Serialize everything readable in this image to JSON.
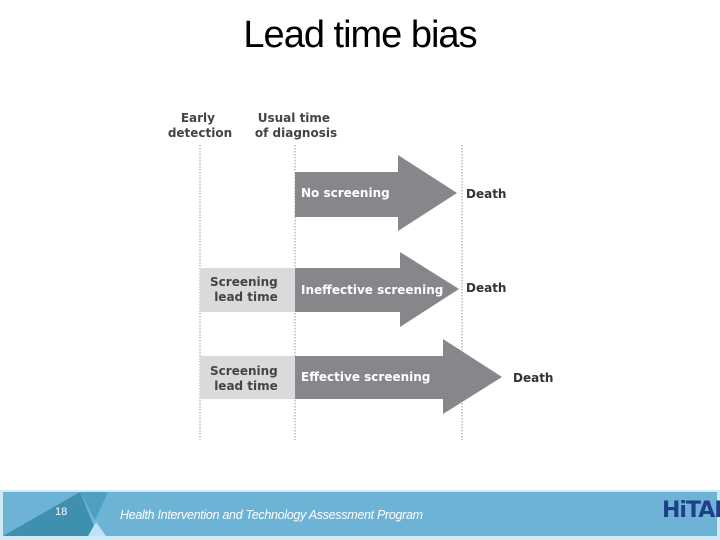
{
  "title": "Lead time bias",
  "diagram": {
    "column_labels": {
      "early_detection": [
        "Early",
        "detection"
      ],
      "usual_time": [
        "Usual time",
        "of diagnosis"
      ]
    },
    "rows": [
      {
        "label": "No screening",
        "end": "Death"
      },
      {
        "label": "Ineffective screening",
        "end": "Death",
        "lead_time": [
          "Screening",
          "lead time"
        ]
      },
      {
        "label": "Effective screening",
        "end": "Death",
        "lead_time": [
          "Screening",
          "lead time"
        ]
      }
    ],
    "colors": {
      "arrow": "#86878b",
      "lead_box": "#d9dadb",
      "guide": "#999999"
    }
  },
  "footer": {
    "page_number": "18",
    "org_name": "Health Intervention and Technology Assessment Program",
    "logo_text": "HiTAP",
    "band_color": "#6db3d6"
  }
}
